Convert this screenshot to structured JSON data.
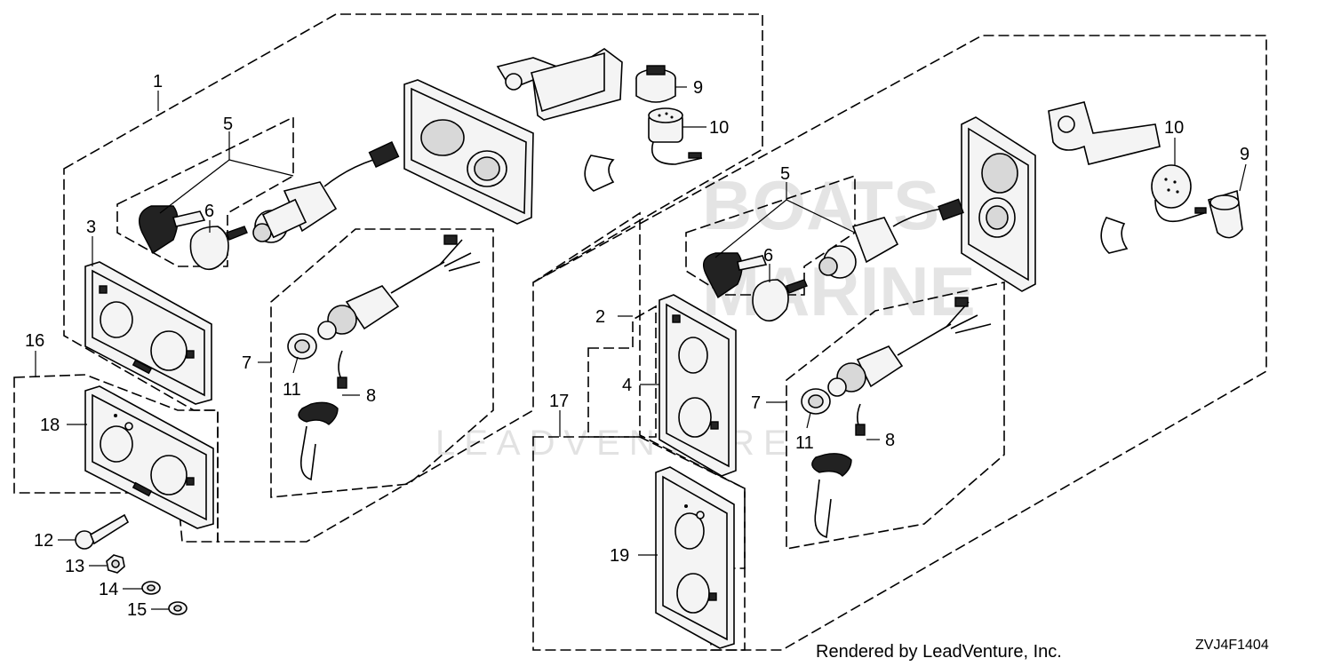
{
  "diagram": {
    "callouts": {
      "left": [
        "1",
        "3",
        "5",
        "6",
        "7",
        "8",
        "9",
        "10",
        "11",
        "16",
        "18",
        "12",
        "13",
        "14",
        "15"
      ],
      "right": [
        "2",
        "4",
        "5",
        "6",
        "7",
        "8",
        "9",
        "10",
        "11",
        "17",
        "19"
      ]
    },
    "watermark": {
      "logo_line1": "BOATS",
      "logo_line2": "MARINE",
      "brand": "LEADVENTURE"
    },
    "footer": {
      "rendered_by": "Rendered by LeadVenture, Inc.",
      "diagram_code": "ZVJ4F1404"
    }
  }
}
